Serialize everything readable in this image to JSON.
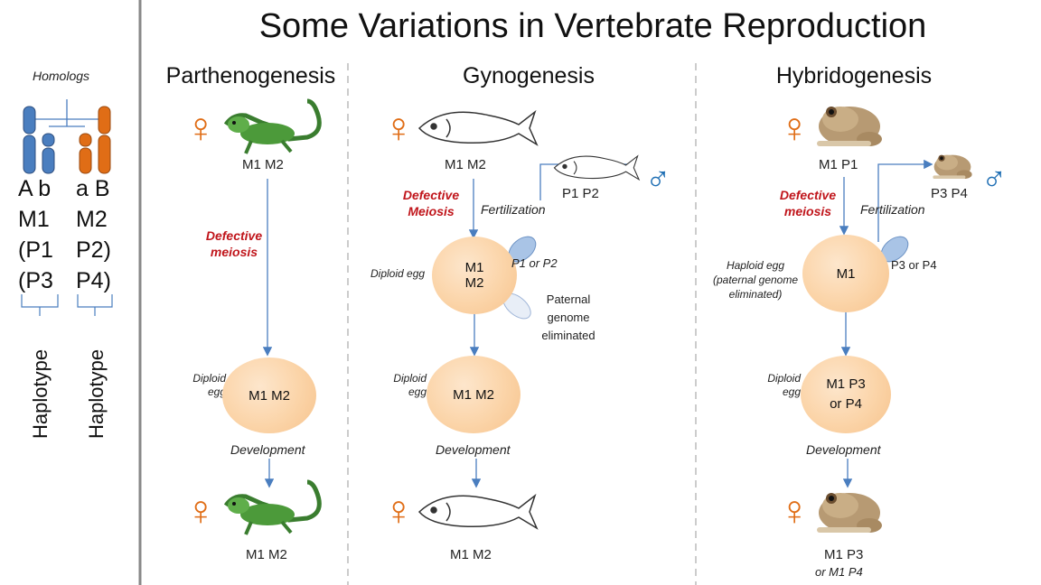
{
  "title": "Some Variations in Vertebrate Reproduction",
  "homologs": {
    "label": "Homologs",
    "left_column": [
      "A b",
      "M1",
      "(P1",
      "(P3"
    ],
    "right_column": [
      "a B",
      "M2",
      "P2)",
      "P4)"
    ],
    "haplotype_left": "Haplotype",
    "haplotype_right": "Haplotype",
    "colors": {
      "maternal": "#4a7ebf",
      "paternal": "#e06d16"
    }
  },
  "parthenogenesis": {
    "heading": "Parthenogenesis",
    "parent_genotype": "M1  M2",
    "defective": "Defective meiosis",
    "egg_label": "Diploid egg",
    "egg_genotype": "M1 M2",
    "development": "Development",
    "offspring_genotype": "M1  M2"
  },
  "gynogenesis": {
    "heading": "Gynogenesis",
    "mother_genotype": "M1  M2",
    "father_genotype": "P1  P2",
    "defective": "Defective Meiosis",
    "fertilization": "Fertilization",
    "egg_label_top": "Diploid egg",
    "egg_top_genotype": "M1 M2",
    "sperm_label": "P1 or P2",
    "paternal_eliminated": "Paternal genome eliminated",
    "egg_label_bottom": "Diploid egg",
    "egg_bottom_genotype": "M1 M2",
    "development": "Development",
    "offspring_genotype": "M1  M2"
  },
  "hybridogenesis": {
    "heading": "Hybridogenesis",
    "mother_genotype": "M1  P1",
    "father_genotype": "P3  P4",
    "defective": "Defective meiosis",
    "fertilization": "Fertilization",
    "egg_label_top": "Haploid egg (paternal genome eliminated)",
    "egg_top_genotype": "M1",
    "sperm_label": "P3 or P4",
    "egg_label_bottom": "Diploid egg",
    "egg_bottom_genotype": "M1 P3 or P4",
    "development": "Development",
    "offspring_genotype": "M1  P3",
    "offspring_genotype_alt": "or M1 P4"
  },
  "symbols": {
    "female": "♀",
    "male": "♂"
  },
  "icons": [
    "iguana-icon",
    "fish-icon",
    "frog-icon"
  ]
}
